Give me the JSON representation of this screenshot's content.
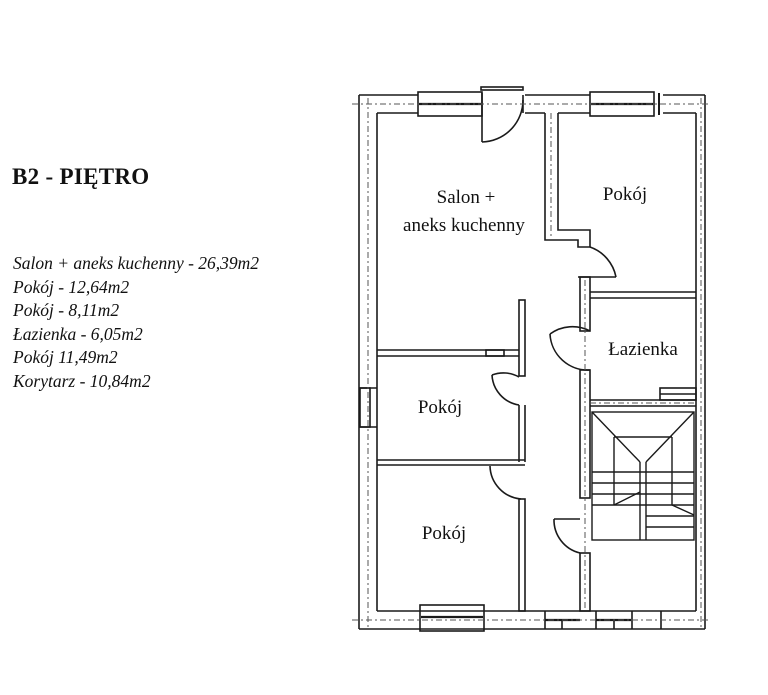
{
  "title": "B2 - PIĘTRO",
  "areas_list": [
    "Salon + aneks kuchenny - 26,39m2",
    "Pokój - 12,64m2",
    "Pokój - 8,11m2",
    "Łazienka - 6,05m2",
    "Pokój 11,49m2",
    "Korytarz - 10,84m2"
  ],
  "plan": {
    "labels": {
      "salon_line1": "Salon +",
      "salon_line2": "aneks kuchenny",
      "pokoj_top_right": "Pokój",
      "lazienka": "Łazienka",
      "pokoj_middle_left": "Pokój",
      "pokoj_bottom_left": "Pokój"
    },
    "line_color": "#1a1a1a",
    "axis_color": "#555555"
  }
}
